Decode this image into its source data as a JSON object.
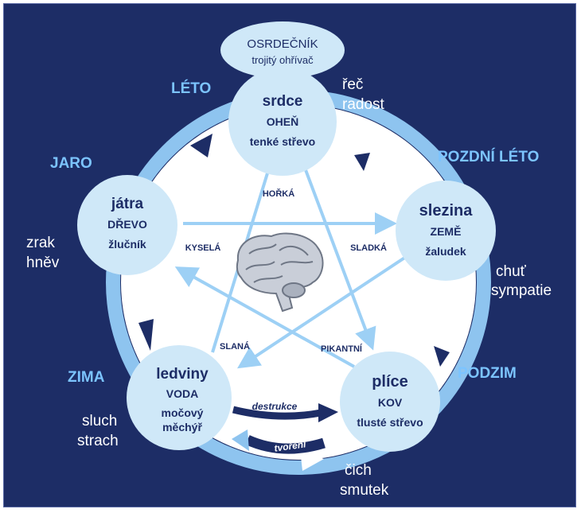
{
  "colors": {
    "background": "#1d2d66",
    "season_text": "#7cc4ff",
    "sense_text": "#ffffff",
    "node_fill": "#cfe8f8",
    "ring": "#8ec4ef",
    "arrow": "#9dd0f5"
  },
  "elements": {
    "heart": {
      "organ": "srdce",
      "element": "OHEŇ",
      "paired": "tenké střevo"
    },
    "spleen": {
      "organ": "slezina",
      "element": "ZEMĚ",
      "paired": "žaludek"
    },
    "lungs": {
      "organ": "plíce",
      "element": "KOV",
      "paired": "tlusté střevo"
    },
    "kidneys": {
      "organ": "ledviny",
      "element": "VODA",
      "paired_line1": "močový",
      "paired_line2": "měchýř"
    },
    "liver": {
      "organ": "játra",
      "element": "DŘEVO",
      "paired": "žlučník"
    }
  },
  "pericardium": {
    "line1": "OSRDEČNÍK",
    "line2": "trojitý ohřívač"
  },
  "seasons": {
    "summer": "LÉTO",
    "late_summer": "POZDNÍ LÉTO",
    "autumn": "PODZIM",
    "winter": "ZIMA",
    "spring": "JARO"
  },
  "senses": {
    "heart": {
      "line1": "řeč",
      "line2": "radost"
    },
    "spleen": {
      "line1": "chuť",
      "line2": "sympatie"
    },
    "lungs": {
      "line1": "čich",
      "line2": "smutek"
    },
    "kidneys": {
      "line1": "sluch",
      "line2": "strach"
    },
    "liver": {
      "line1": "zrak",
      "line2": "hněv"
    }
  },
  "tastes": {
    "bitter": "HOŘKÁ",
    "sweet": "SLADKÁ",
    "pungent": "PIKANTNÍ",
    "salty": "SLANÁ",
    "sour": "KYSELÁ"
  },
  "cycles": {
    "destruction": "destrukce",
    "creation": "tvoření"
  },
  "icons": {
    "center": "brain-icon"
  }
}
